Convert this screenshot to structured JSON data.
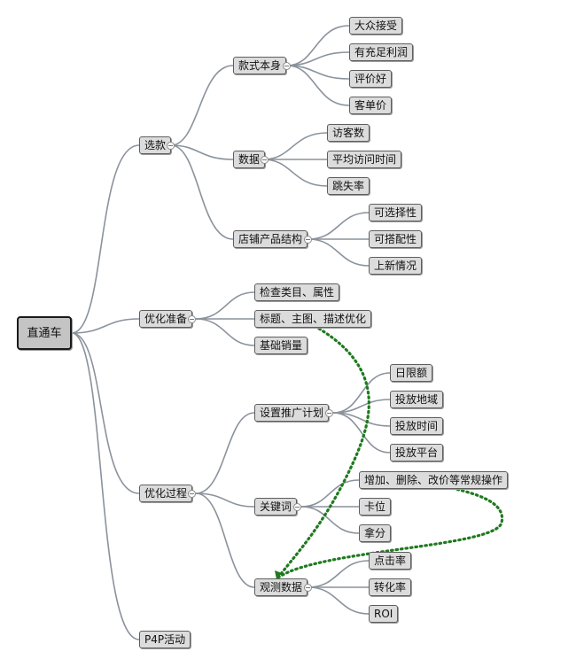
{
  "root": "直通车",
  "xuankuan": {
    "label": "选款",
    "kuanshi": {
      "label": "款式本身",
      "children": [
        "大众接受",
        "有充足利润",
        "评价好",
        "客单价"
      ]
    },
    "shuju": {
      "label": "数据",
      "children": [
        "访客数",
        "平均访问时间",
        "跳失率"
      ]
    },
    "dianpu": {
      "label": "店铺产品结构",
      "children": [
        "可选择性",
        "可搭配性",
        "上新情况"
      ]
    }
  },
  "youhua_zhunbei": {
    "label": "优化准备",
    "children": [
      "检查类目、属性",
      "标题、主图、描述优化",
      "基础销量"
    ]
  },
  "youhua_guocheng": {
    "label": "优化过程",
    "shezhi": {
      "label": "设置推广计划",
      "children": [
        "日限额",
        "投放地域",
        "投放时间",
        "投放平台"
      ]
    },
    "guanjianci": {
      "label": "关键词",
      "children": [
        "增加、删除、改价等常规操作",
        "卡位",
        "拿分"
      ]
    },
    "guance": {
      "label": "观测数据",
      "children": [
        "点击率",
        "转化率",
        "ROI"
      ]
    }
  },
  "p4p": {
    "label": "P4P活动"
  },
  "colors": {
    "edge": "#8a929c",
    "relationship": "#1f7a1f",
    "node_fill": "#dcdcdc",
    "root_fill": "#c4c4c4"
  }
}
